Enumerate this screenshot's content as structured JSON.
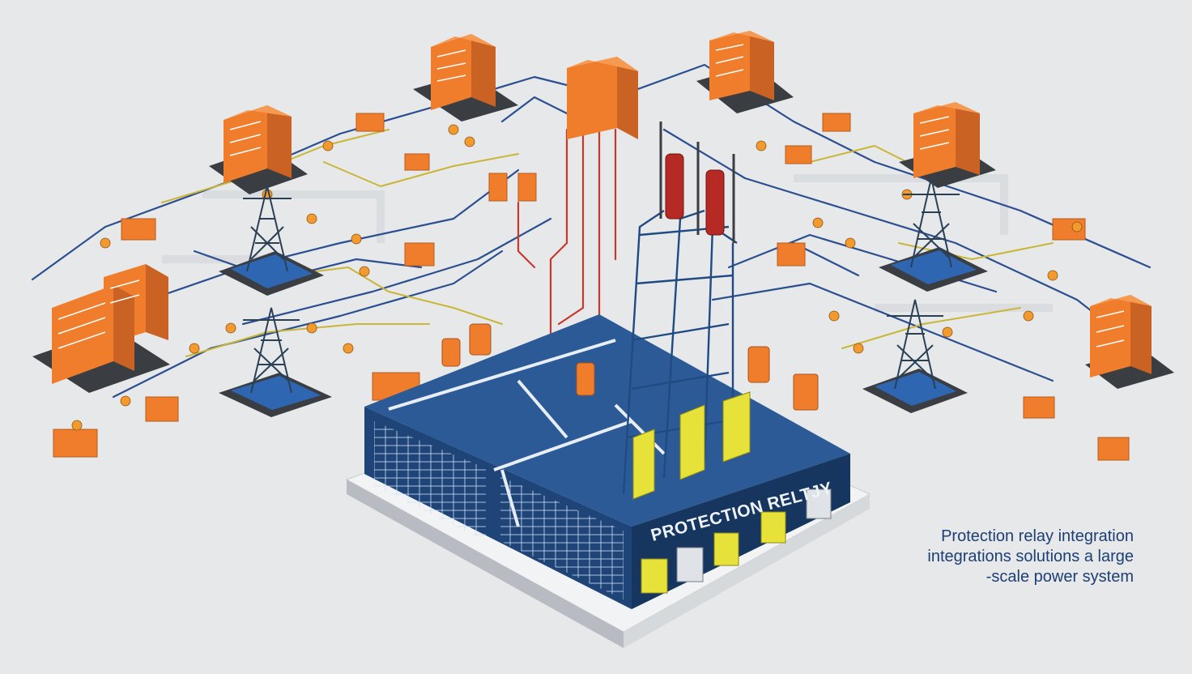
{
  "diagram": {
    "platform_label": "PROTECTION RELTJY",
    "caption": [
      "Protection relay integration",
      "integrations solutions a large",
      "-scale power system"
    ],
    "colors": {
      "background": "#e6e8ea",
      "relay_orange": "#f07d2c",
      "platform_blue": "#1e4478",
      "wire_blue": "#2b4f8f",
      "wire_yellow": "#c9b637",
      "wire_red": "#c8392b",
      "insulator_red": "#b52a24",
      "cabinet_yellow": "#e6e23a",
      "caption_text": "#1d3f73"
    }
  }
}
